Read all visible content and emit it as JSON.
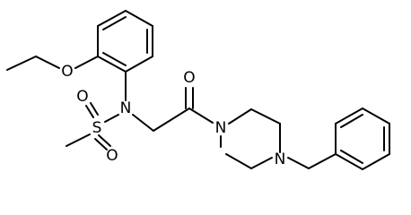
{
  "molecule": {
    "atom_labels": {
      "ether_oxygen": "O",
      "amide_nitrogen": "N",
      "sulfur": "S",
      "sulfonyl_oxygen_top": "O",
      "sulfonyl_oxygen_bottom": "O",
      "carbonyl_oxygen": "O",
      "piperazine_nitrogen_1": "N",
      "piperazine_nitrogen_4": "N"
    },
    "colors": {
      "bond": "#000000",
      "label": "#000000",
      "background": "#ffffff"
    }
  }
}
